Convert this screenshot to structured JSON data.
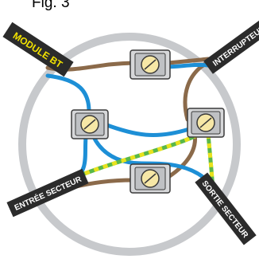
{
  "figure": {
    "caption": "Fig. 3"
  },
  "labels": {
    "module_bt": "MODULE BT",
    "interrupteur": "INTERRUPTEUR",
    "entree_secteur": "ENTRÉE SECTEUR",
    "sortie_secteur": "SORTIE SECTEUR"
  },
  "colors": {
    "box_ring": "#c7c9cc",
    "wire_brown": "#8b6a4a",
    "wire_blue": "#1d8fd6",
    "earth_green": "#59b84a",
    "earth_yellow": "#e9e21d",
    "terminal_body": "#d6d7d9",
    "terminal_screw": "#f6e7a6",
    "tag_dark": "#2b2b2b",
    "tag_yellow_text": "#f2e200",
    "tag_white_text": "#ffffff"
  },
  "icons": {
    "terminal": "screw-terminal-connector-icon",
    "junction_box": "junction-box-ring-icon"
  }
}
